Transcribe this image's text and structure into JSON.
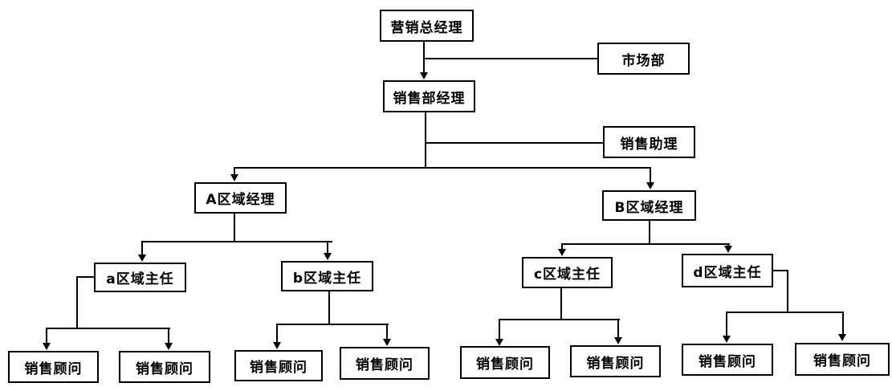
{
  "colors": {
    "background": "#ffffff",
    "line": "#000000",
    "box_border": "#000000",
    "text": "#000000"
  },
  "org_chart": {
    "type": "organization-chart",
    "nodes": {
      "marketing_gm": "营销总经理",
      "market_dept": "市场部",
      "sales_manager": "销售部经理",
      "sales_assistant": "销售助理",
      "region_a": "A区域经理",
      "region_b": "B区域经理",
      "district_a": "a区域主任",
      "district_b": "b区域主任",
      "district_c": "c区域主任",
      "district_d": "d区域主任",
      "consultant_1": "销售顾问",
      "consultant_2": "销售顾问",
      "consultant_3": "销售顾问",
      "consultant_4": "销售顾问",
      "consultant_5": "销售顾问",
      "consultant_6": "销售顾问",
      "consultant_7": "销售顾问",
      "consultant_8": "销售顾问"
    },
    "edges": [
      {
        "from": "营销总经理",
        "to": "销售部经理",
        "style": "arrow-down"
      },
      {
        "from": "营销总经理",
        "to": "市场部",
        "style": "side-link"
      },
      {
        "from": "销售部经理",
        "to": "销售助理",
        "style": "side-link"
      },
      {
        "from": "销售部经理",
        "to": "A区域经理",
        "style": "arrow-down"
      },
      {
        "from": "销售部经理",
        "to": "B区域经理",
        "style": "arrow-down"
      },
      {
        "from": "A区域经理",
        "to": "a区域主任",
        "style": "arrow-down"
      },
      {
        "from": "A区域经理",
        "to": "b区域主任",
        "style": "arrow-down"
      },
      {
        "from": "B区域经理",
        "to": "c区域主任",
        "style": "arrow-down"
      },
      {
        "from": "B区域经理",
        "to": "d区域主任",
        "style": "arrow-down"
      },
      {
        "from": "a区域主任",
        "to": "销售顾问",
        "count": 2,
        "style": "arrow-down"
      },
      {
        "from": "b区域主任",
        "to": "销售顾问",
        "count": 2,
        "style": "arrow-down"
      },
      {
        "from": "c区域主任",
        "to": "销售顾问",
        "count": 2,
        "style": "arrow-down"
      },
      {
        "from": "d区域主任",
        "to": "销售顾问",
        "count": 2,
        "style": "arrow-down"
      }
    ]
  }
}
